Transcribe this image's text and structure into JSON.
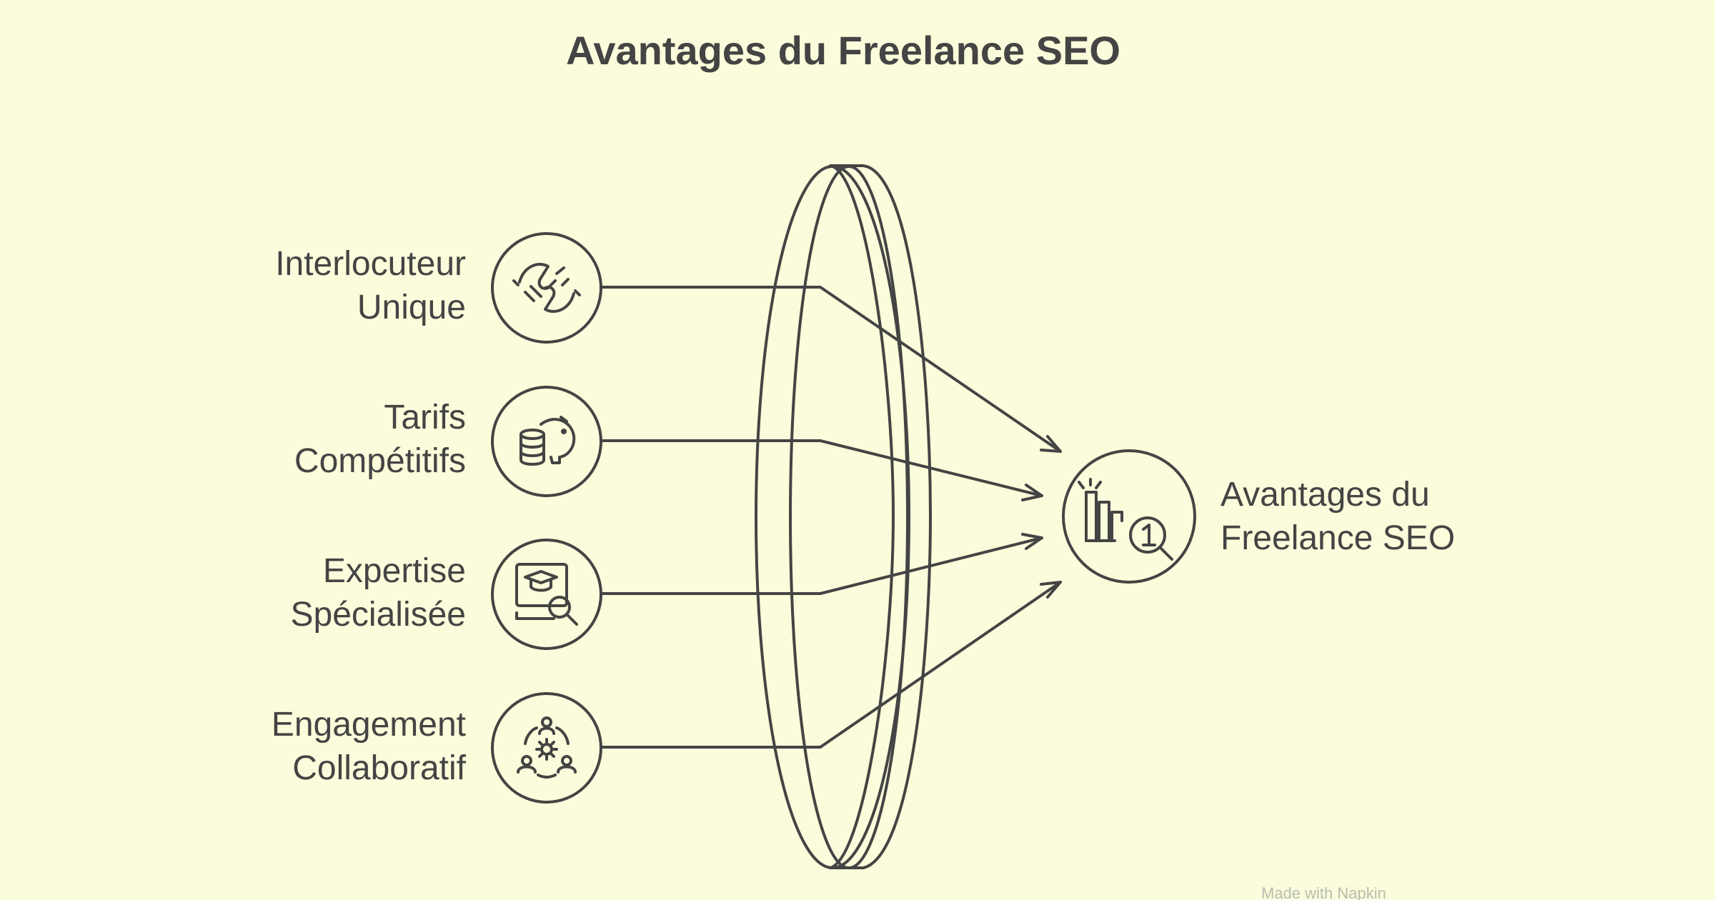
{
  "title": "Avantages du Freelance SEO",
  "inputs": [
    {
      "line1": "Interlocuteur",
      "line2": "Unique",
      "color": "#4f86f7",
      "icon": "handshake-icon"
    },
    {
      "line1": "Tarifs",
      "line2": "Compétitifs",
      "color": "#f5e027",
      "icon": "piggy-bank-icon"
    },
    {
      "line1": "Expertise",
      "line2": "Spécialisée",
      "color": "#f79a45",
      "icon": "graduation-search-icon"
    },
    {
      "line1": "Engagement",
      "line2": "Collaboratif",
      "color": "#f06b6b",
      "icon": "team-gear-icon"
    }
  ],
  "output": {
    "line1": "Avantages du",
    "line2": "Freelance SEO",
    "color": "#c8c8c8",
    "icon": "ranking-chart-icon"
  },
  "lens_color": "#e2e2e2",
  "watermark": "Made with Napkin"
}
